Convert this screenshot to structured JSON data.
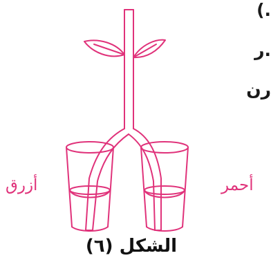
{
  "text_fragments": [
    ".)",
    ".ر",
    "رن"
  ],
  "labels": {
    "red": "أحمر",
    "blue": "أزرق"
  },
  "caption": "الشكل (٦)",
  "colors": {
    "plant_stroke": "#e0327a",
    "label": "#e0327a",
    "text": "#1a1a1a"
  }
}
